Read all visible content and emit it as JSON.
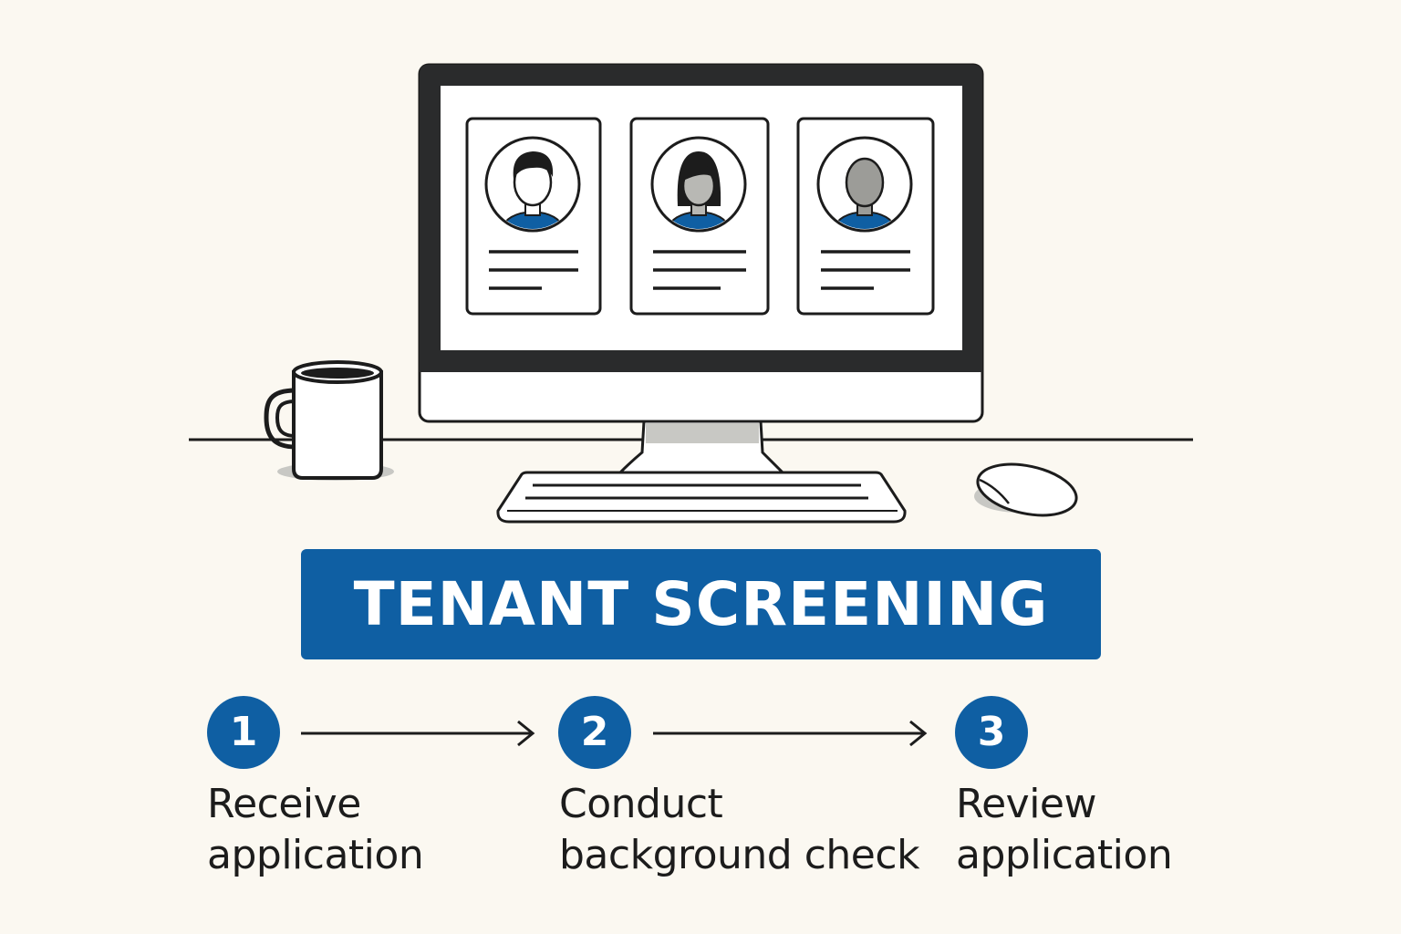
{
  "banner": {
    "title": "TENANT SCREENING"
  },
  "steps": [
    {
      "number": "1",
      "label_line1": "Receive",
      "label_line2": "application"
    },
    {
      "number": "2",
      "label_line1": "Conduct",
      "label_line2": "background check"
    },
    {
      "number": "3",
      "label_line1": "Review",
      "label_line2": "application"
    }
  ],
  "illustration": {
    "profile_cards": [
      {
        "avatar": "male-dark-hair-avatar-icon"
      },
      {
        "avatar": "female-dark-hair-avatar-icon"
      },
      {
        "avatar": "male-gray-avatar-icon"
      }
    ]
  },
  "colors": {
    "background": "#fbf8f1",
    "accent_blue": "#0f5fa3",
    "outline": "#1c1c1c",
    "shadow_gray": "#c8c8c4",
    "screen_white": "#ffffff"
  }
}
